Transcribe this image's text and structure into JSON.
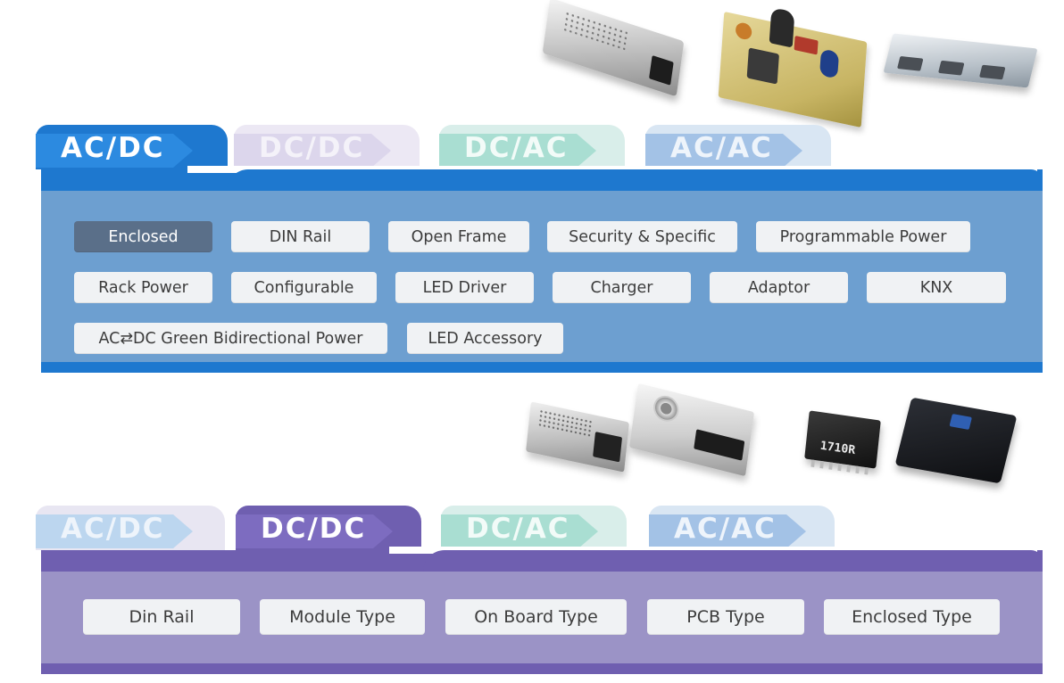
{
  "top_panel": {
    "tabs": [
      {
        "label": "AC/DC",
        "active": true
      },
      {
        "label": "DC/DC",
        "active": false
      },
      {
        "label": "DC/AC",
        "active": false
      },
      {
        "label": "AC/AC",
        "active": false
      }
    ],
    "buttons": [
      {
        "label": "Enclosed",
        "active": true
      },
      {
        "label": "DIN Rail"
      },
      {
        "label": "Open Frame"
      },
      {
        "label": "Security & Specific"
      },
      {
        "label": "Programmable Power"
      },
      {
        "label": "Rack Power"
      },
      {
        "label": "Configurable"
      },
      {
        "label": "LED Driver"
      },
      {
        "label": "Charger"
      },
      {
        "label": "Adaptor"
      },
      {
        "label": "KNX"
      },
      {
        "label": "AC⇄DC Green Bidirectional Power"
      },
      {
        "label": "LED Accessory"
      }
    ]
  },
  "bottom_panel": {
    "tabs": [
      {
        "label": "AC/DC",
        "active": false
      },
      {
        "label": "DC/DC",
        "active": true
      },
      {
        "label": "DC/AC",
        "active": false
      },
      {
        "label": "AC/AC",
        "active": false
      }
    ],
    "buttons": [
      {
        "label": "Din Rail"
      },
      {
        "label": "Module Type"
      },
      {
        "label": "On Board Type"
      },
      {
        "label": "PCB Type"
      },
      {
        "label": "Enclosed Type"
      }
    ]
  },
  "chip_marking": "1710R",
  "colors": {
    "acdc_blue": "#1e78cf",
    "acdc_panel": "#6d9fd0",
    "dcdc_purple": "#6f5fb0",
    "dcdc_panel": "#9b93c6",
    "dcac_teal": "#46c6b0",
    "acac_blue": "#5a8fcf",
    "active_button": "#5a6f89"
  }
}
